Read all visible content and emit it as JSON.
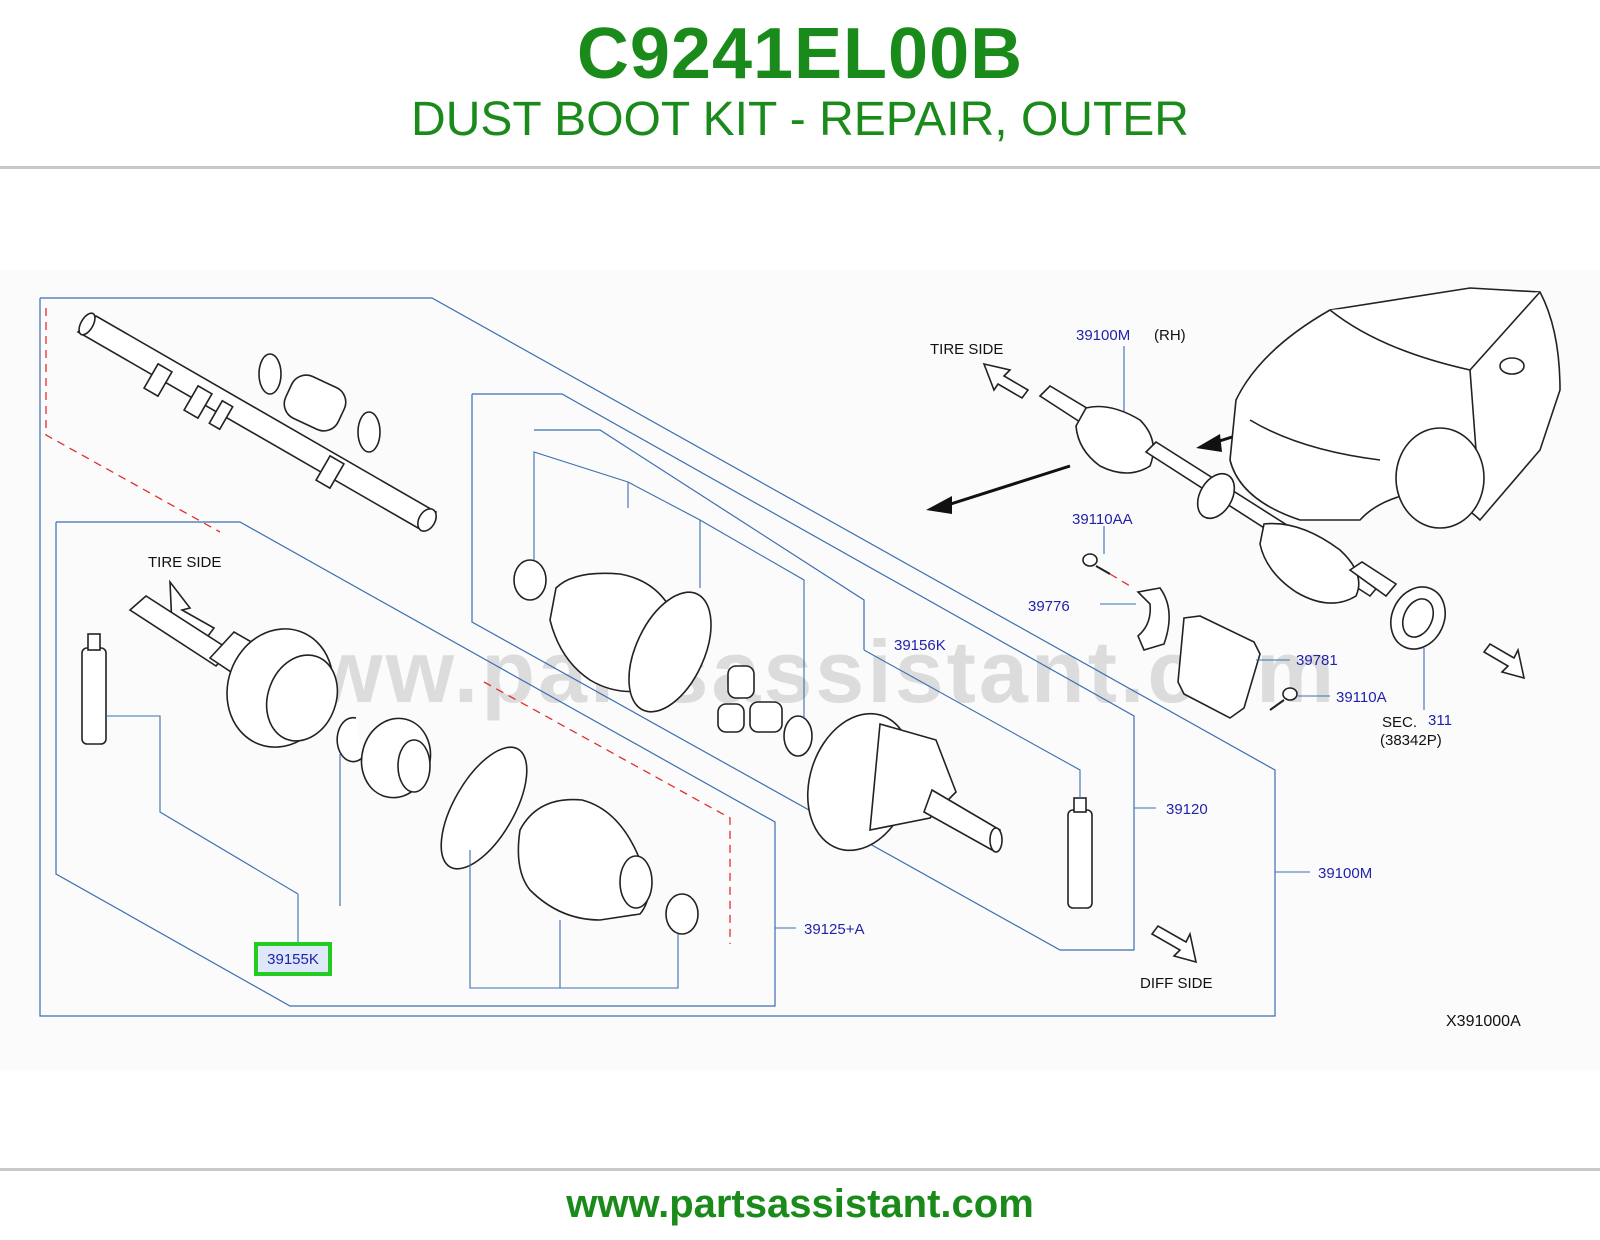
{
  "header": {
    "part_number": "C9241EL00B",
    "description": "DUST BOOT KIT - REPAIR, OUTER"
  },
  "diagram": {
    "watermark": "www.partsassistant.com",
    "direction_labels": {
      "tire_side_1": "TIRE   SIDE",
      "tire_side_2": "TIRE   SIDE",
      "diff_side": "DIFF   SIDE",
      "rh": "(RH)"
    },
    "callouts": {
      "c39100m_top": "39100M",
      "c39110aa": "39110AA",
      "c39776": "39776",
      "c39156k": "39156K",
      "c39781": "39781",
      "c39110a": "39110A",
      "sec_label": "SEC.",
      "sec_number": "311",
      "sec_ref": "(38342P)",
      "c39120": "39120",
      "c39100m_right": "39100M",
      "c39125a": "39125+A",
      "c39155k": "39155K"
    },
    "diagram_code": "X391000A",
    "highlighted_part": "39155K",
    "highlight_color": "#22cc22"
  },
  "footer": {
    "url": "www.partsassistant.com"
  }
}
